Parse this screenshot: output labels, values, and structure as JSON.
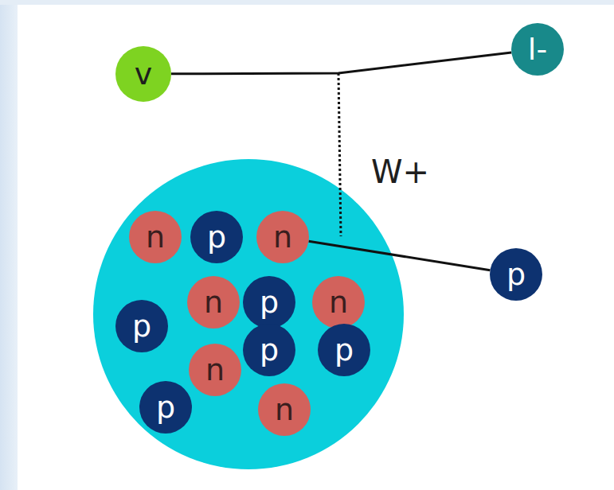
{
  "diagram": {
    "nodes": [
      {
        "text": [
          "v"
        ]
      },
      {
        "text": [
          "l-"
        ]
      },
      {
        "text": []
      },
      {
        "text": [
          "n"
        ],
        "in": 2
      },
      {
        "text": [
          "p"
        ],
        "in": 2
      },
      {
        "text": [
          "n"
        ],
        "in": 2
      },
      {
        "text": [
          "n"
        ],
        "in": 2
      },
      {
        "text": [
          "p"
        ],
        "in": 2
      },
      {
        "text": [
          "n"
        ],
        "in": 2
      },
      {
        "text": [
          "p"
        ],
        "in": 2
      },
      {
        "text": [
          "p"
        ],
        "in": 2
      },
      {
        "text": [
          "p"
        ],
        "in": 2
      },
      {
        "text": [
          "n"
        ],
        "in": 2
      },
      {
        "text": [
          "p"
        ],
        "in": 2
      },
      {
        "text": [
          "n"
        ],
        "in": 2
      },
      {
        "text": [
          "p"
        ]
      }
    ],
    "edges": [
      {
        "from": 0,
        "to": 1,
        "arrow": "none"
      },
      {
        "from": 5,
        "to": 15,
        "arrow": "none"
      }
    ],
    "labels": [
      "W+"
    ]
  }
}
